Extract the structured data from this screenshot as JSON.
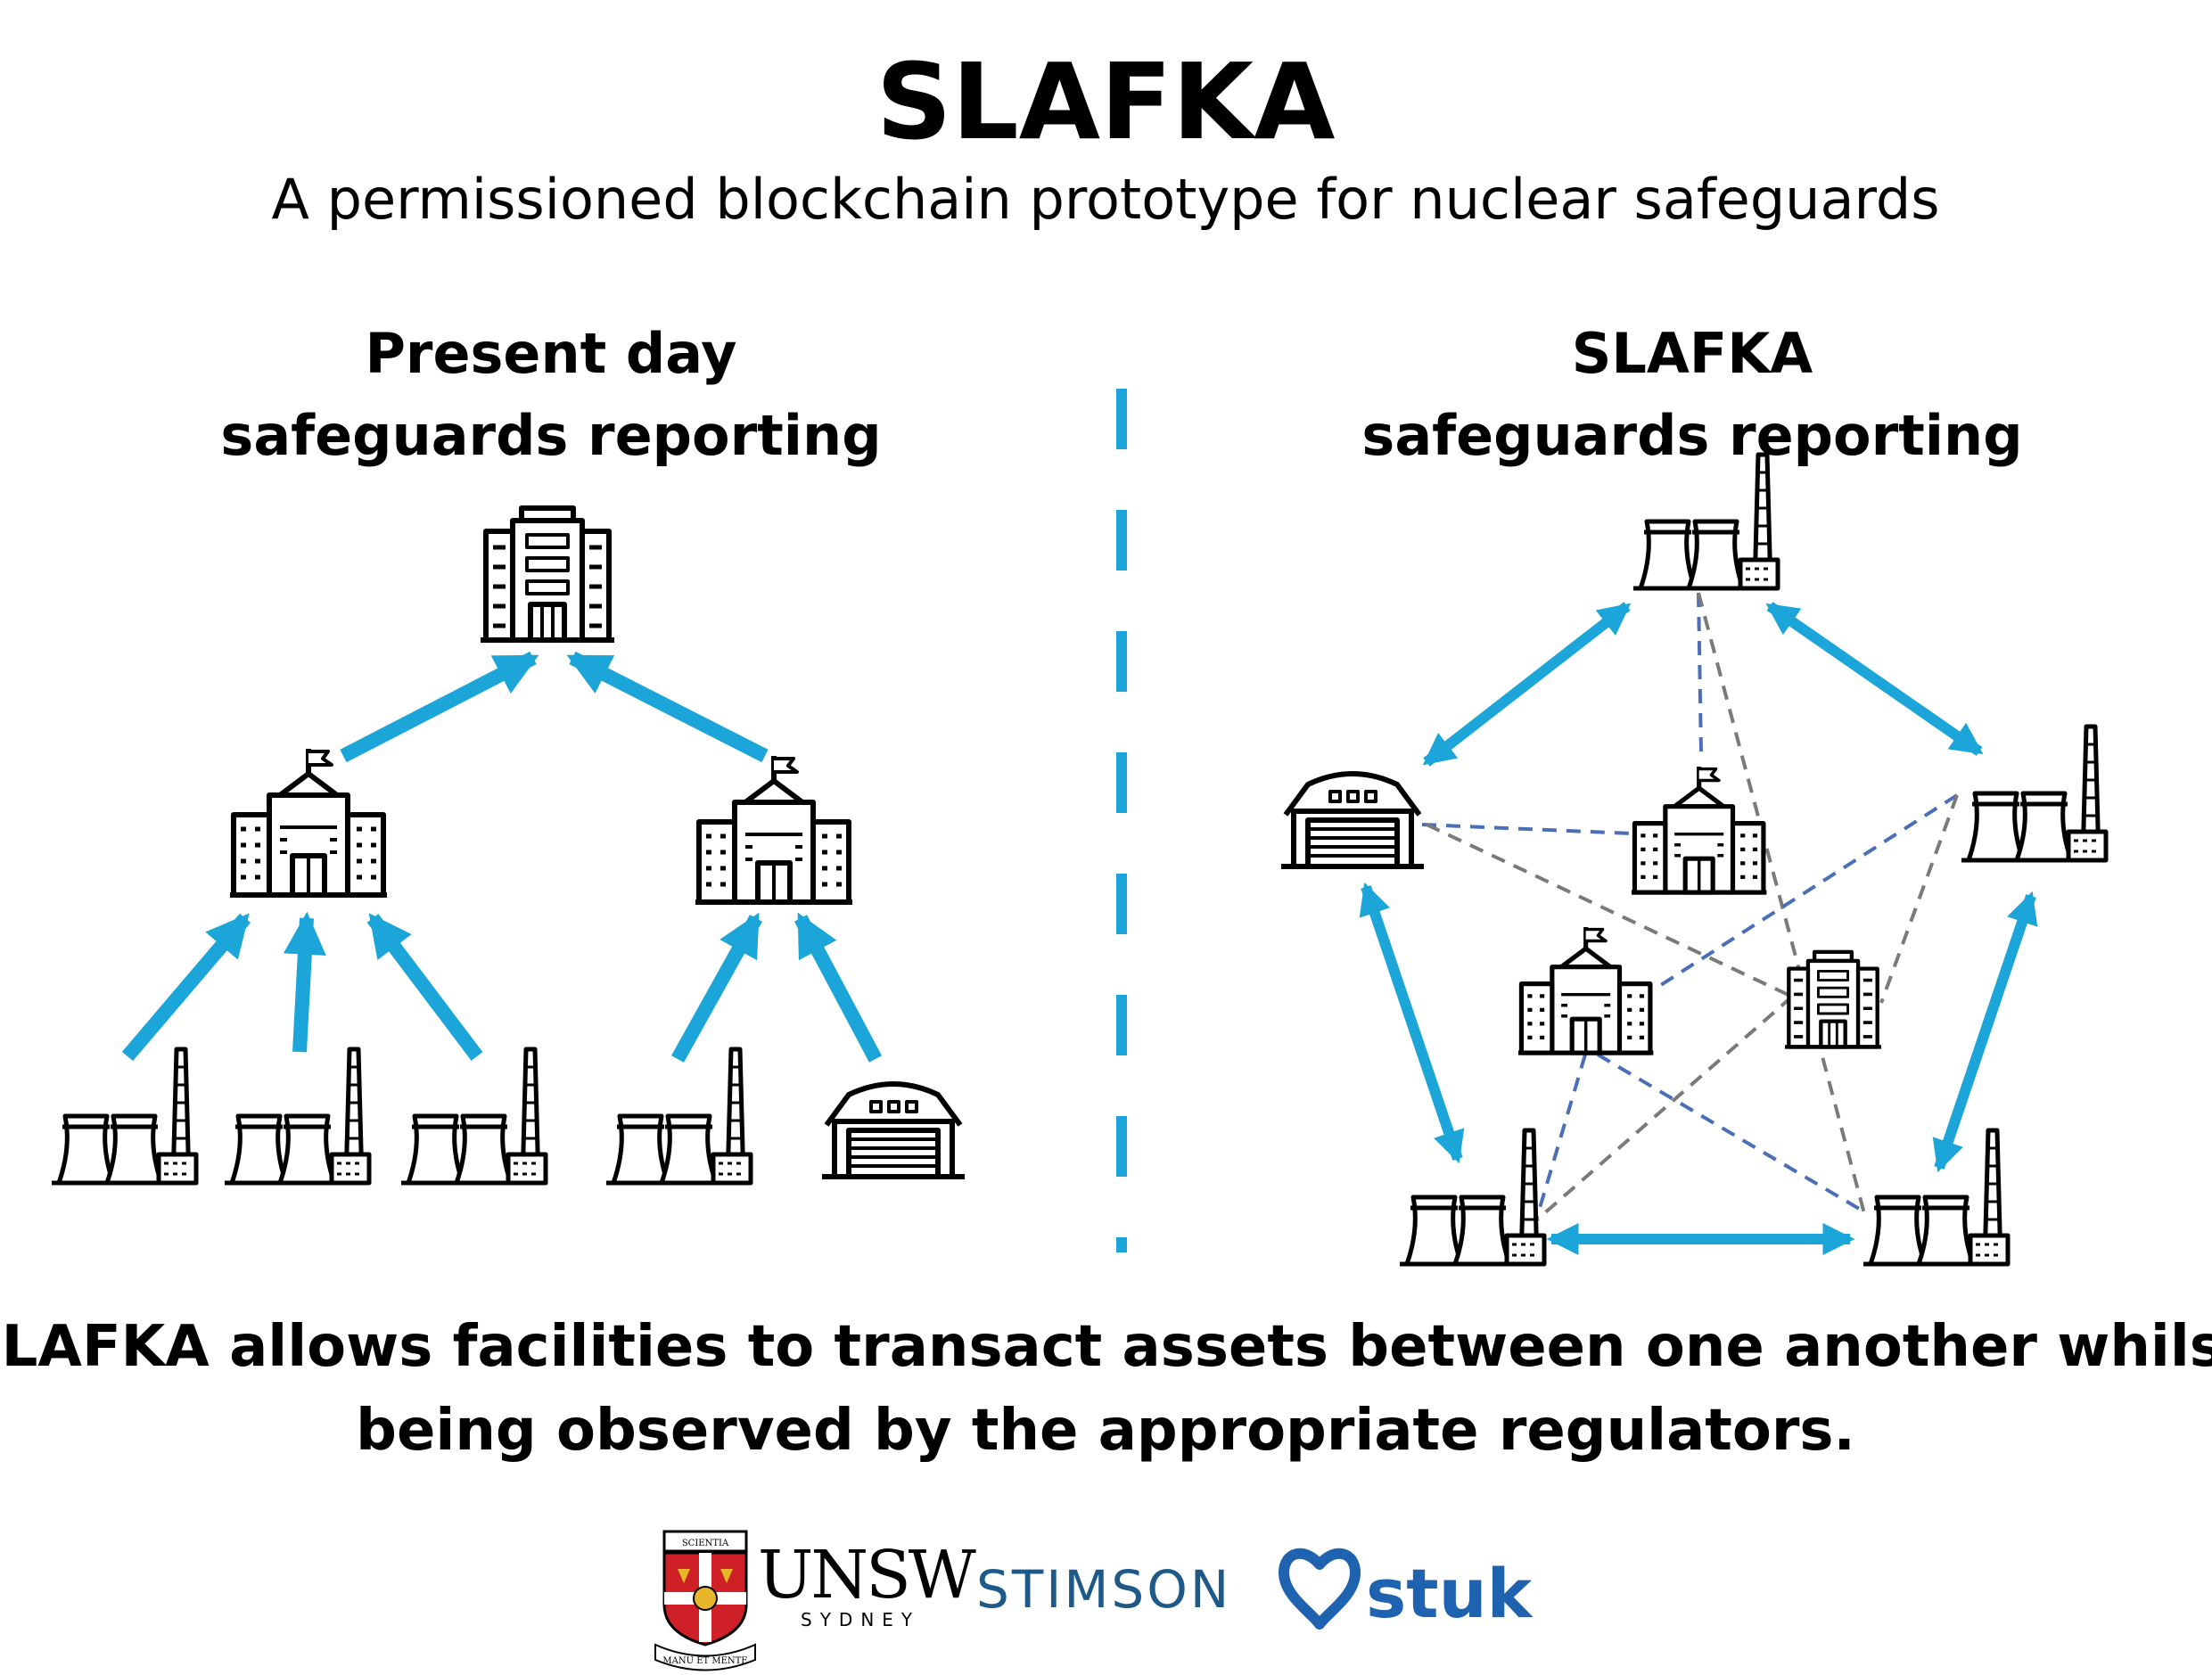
{
  "header": {
    "title": "SLAFKA",
    "subtitle": "A permissioned blockchain prototype for nuclear safeguards"
  },
  "left_panel": {
    "heading_line1": "Present day",
    "heading_line2": "safeguards reporting"
  },
  "right_panel": {
    "heading_line1": "SLAFKA",
    "heading_line2": "safeguards reporting"
  },
  "footer": {
    "caption_line1": "SLAFKA allows facilities to transact assets between one another whilst",
    "caption_line2": "being observed by the appropriate regulators."
  },
  "logos": {
    "unsw": "UNSW",
    "unsw_sub": "SYDNEY",
    "unsw_crest_top": "SCIENTIA",
    "unsw_crest_motto": "MANU ET MENTE",
    "stimson": "STIMSON",
    "stuk": "stuk"
  },
  "colors": {
    "arrow": "#1ba5d8",
    "dashed_blue": "#4a6fb8",
    "dashed_gray": "#7a7a7a",
    "divider": "#1ba5d8",
    "stimson": "#1d5a8a",
    "stuk": "#1e62b0",
    "crest_red": "#cf2027",
    "crest_gold": "#e7b62a"
  }
}
